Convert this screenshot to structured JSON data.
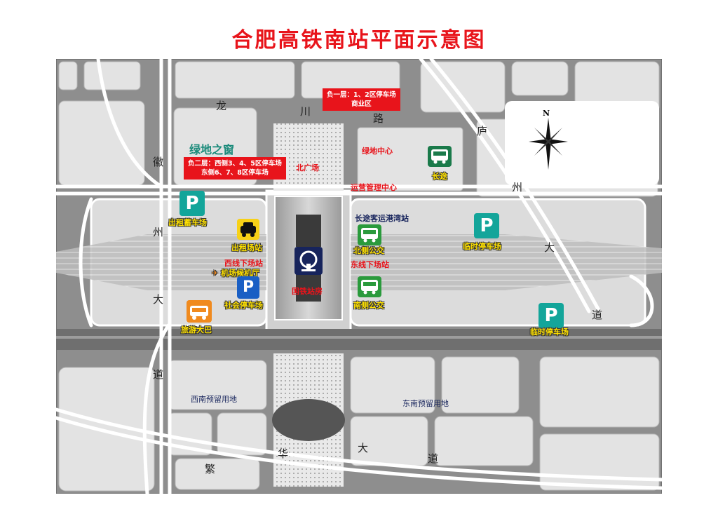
{
  "title": "合肥高铁南站平面示意图",
  "roads": {
    "longchuan": [
      "龙",
      "川",
      "路"
    ],
    "huizhou": [
      "徽",
      "州",
      "大",
      "道"
    ],
    "fanhua": [
      "繁",
      "华",
      "大",
      "道"
    ],
    "luzhou": [
      "庐",
      "州",
      "大",
      "道"
    ]
  },
  "areas": {
    "lvdi_window": "绿地之窗",
    "lvdi_center": "绿地中心",
    "north_plaza": "北广场",
    "ops_center": "运营管理中心",
    "station_house": "国铁站房",
    "southwest_reserve": "西南预留用地",
    "southeast_reserve": "东南预留用地",
    "longdistance_hub": "长途客运港湾站"
  },
  "pois": {
    "taxi_wait": "出租蓄车场",
    "taxi_stand": "出租场站",
    "west_dropoff": "西线下场站",
    "airport_terminal": "机场候机厅",
    "public_parking": "社会停车场",
    "tour_bus": "旅游大巴",
    "north_bus": "北侧公交",
    "east_dropoff": "东线下场站",
    "south_bus": "南侧公交",
    "temp_parking_1": "临时停车场",
    "temp_parking_2": "临时停车场",
    "long_distance": "长途"
  },
  "callouts": {
    "b1_line1": "负一层：1、2区停车场",
    "b1_line2": "商业区",
    "b2_line1": "负二层：西侧3、4、5区停车场",
    "b2_line2": "东侧6、7、8区停车场"
  },
  "icons": {
    "parking": "P",
    "compass_n": "N"
  },
  "colors": {
    "title": "#e8141b",
    "teal": "#13a59a",
    "bus_green": "#2a9a3c",
    "station_blue": "#17245c",
    "taxi_yellow": "#f7d117",
    "tour_orange": "#f08a1e"
  }
}
